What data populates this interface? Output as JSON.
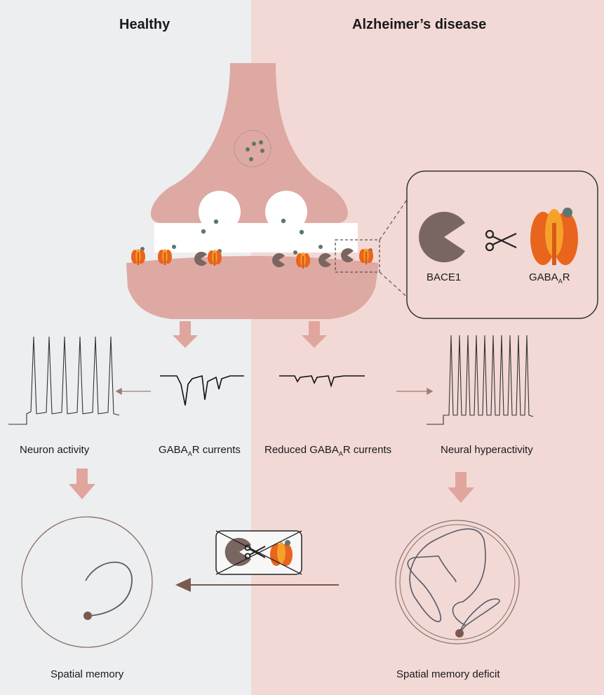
{
  "headers": {
    "healthy": "Healthy",
    "ad": "Alzheimer’s disease"
  },
  "labels": {
    "bace1": "BACE1",
    "gabaar_pre": "GABA",
    "gabaar_sub": "A",
    "gabaar_post": "R",
    "neuron_activity": "Neuron activity",
    "currents_pre": "GABA",
    "currents_sub": "A",
    "currents_post": "R currents",
    "reduced_pre": "Reduced GABA",
    "reduced_sub": "A",
    "reduced_post": "R currents",
    "hyperactivity": "Neural hyperactivity",
    "spatial_memory": "Spatial memory",
    "spatial_deficit": "Spatial memory deficit"
  },
  "colors": {
    "healthy_bg": "#eceef0",
    "ad_bg": "#f2d9d5",
    "neuron": "#dea9a2",
    "arrow": "#e0a59c",
    "bace1": "#7a6660",
    "receptor_outer": "#e9641d",
    "receptor_inner": "#f6a12a",
    "ion": "#5e7670",
    "trace": "#333333"
  },
  "icons": [
    "bace1-enzyme-icon",
    "scissors-icon",
    "gabaa-receptor-icon",
    "ion-dot-icon",
    "blocked-cleavage-icon"
  ]
}
